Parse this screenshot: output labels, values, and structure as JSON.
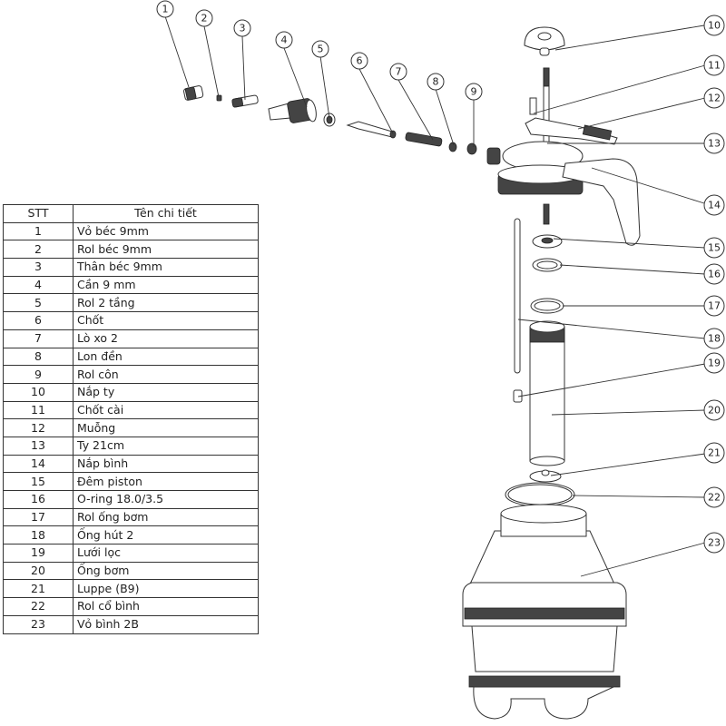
{
  "title": "Sprayer exploded parts diagram",
  "table": {
    "headers": {
      "stt": "STT",
      "name": "Tên chi tiết"
    },
    "rows": [
      {
        "stt": "1",
        "name": "Vỏ béc 9mm"
      },
      {
        "stt": "2",
        "name": "Rol béc 9mm"
      },
      {
        "stt": "3",
        "name": "Thân béc 9mm"
      },
      {
        "stt": "4",
        "name": "Cần 9 mm"
      },
      {
        "stt": "5",
        "name": "Rol 2 tầng"
      },
      {
        "stt": "6",
        "name": "Chốt"
      },
      {
        "stt": "7",
        "name": "Lò xo 2"
      },
      {
        "stt": "8",
        "name": "Lon đền"
      },
      {
        "stt": "9",
        "name": "Rol côn"
      },
      {
        "stt": "10",
        "name": "Nắp ty"
      },
      {
        "stt": "11",
        "name": "Chốt cài"
      },
      {
        "stt": "12",
        "name": "Muỗng"
      },
      {
        "stt": "13",
        "name": "Ty 21cm"
      },
      {
        "stt": "14",
        "name": "Nắp bình"
      },
      {
        "stt": "15",
        "name": "Đêm piston"
      },
      {
        "stt": "16",
        "name": "O-ring 18.0/3.5"
      },
      {
        "stt": "17",
        "name": "Rol ống bơm"
      },
      {
        "stt": "18",
        "name": "Ống hút 2"
      },
      {
        "stt": "19",
        "name": "Lưới lọc"
      },
      {
        "stt": "20",
        "name": "Ống bơm"
      },
      {
        "stt": "21",
        "name": "Luppe (B9)"
      },
      {
        "stt": "22",
        "name": "Rol cổ bình"
      },
      {
        "stt": "23",
        "name": "Vỏ bình 2B"
      }
    ]
  },
  "callouts": [
    "1",
    "2",
    "3",
    "4",
    "5",
    "6",
    "7",
    "8",
    "9",
    "10",
    "11",
    "12",
    "13",
    "14",
    "15",
    "16",
    "17",
    "18",
    "19",
    "20",
    "21",
    "22",
    "23"
  ]
}
